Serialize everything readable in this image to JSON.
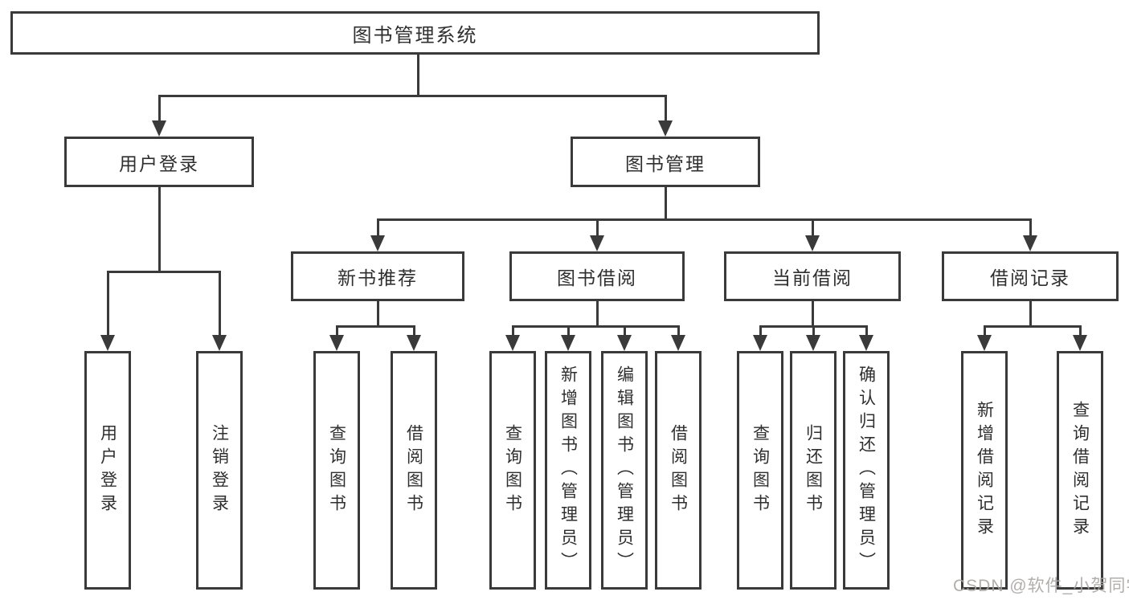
{
  "colors": {
    "line": "#3a3a3a",
    "box_border": "#3a3a3a",
    "text": "#2f2f2f",
    "watermark": "#a9a6a4",
    "background": "#ffffff"
  },
  "tree": {
    "label": "图书管理系统",
    "children": [
      {
        "label": "用户登录",
        "children": [
          {
            "label": "用户登录"
          },
          {
            "label": "注销登录"
          }
        ]
      },
      {
        "label": "图书管理",
        "children": [
          {
            "label": "新书推荐",
            "children": [
              {
                "label": "查询图书"
              },
              {
                "label": "借阅图书"
              }
            ]
          },
          {
            "label": "图书借阅",
            "children": [
              {
                "label": "查询图书"
              },
              {
                "label": "新增图书（管理员）"
              },
              {
                "label": "编辑图书（管理员）"
              },
              {
                "label": "借阅图书"
              }
            ]
          },
          {
            "label": "当前借阅",
            "children": [
              {
                "label": "查询图书"
              },
              {
                "label": "归还图书"
              },
              {
                "label": "确认归还（管理员）"
              }
            ]
          },
          {
            "label": "借阅记录",
            "children": [
              {
                "label": "新增借阅记录"
              },
              {
                "label": "查询借阅记录"
              }
            ]
          }
        ]
      }
    ]
  },
  "watermark": {
    "text": "CSDN @软件_小贺同学"
  }
}
